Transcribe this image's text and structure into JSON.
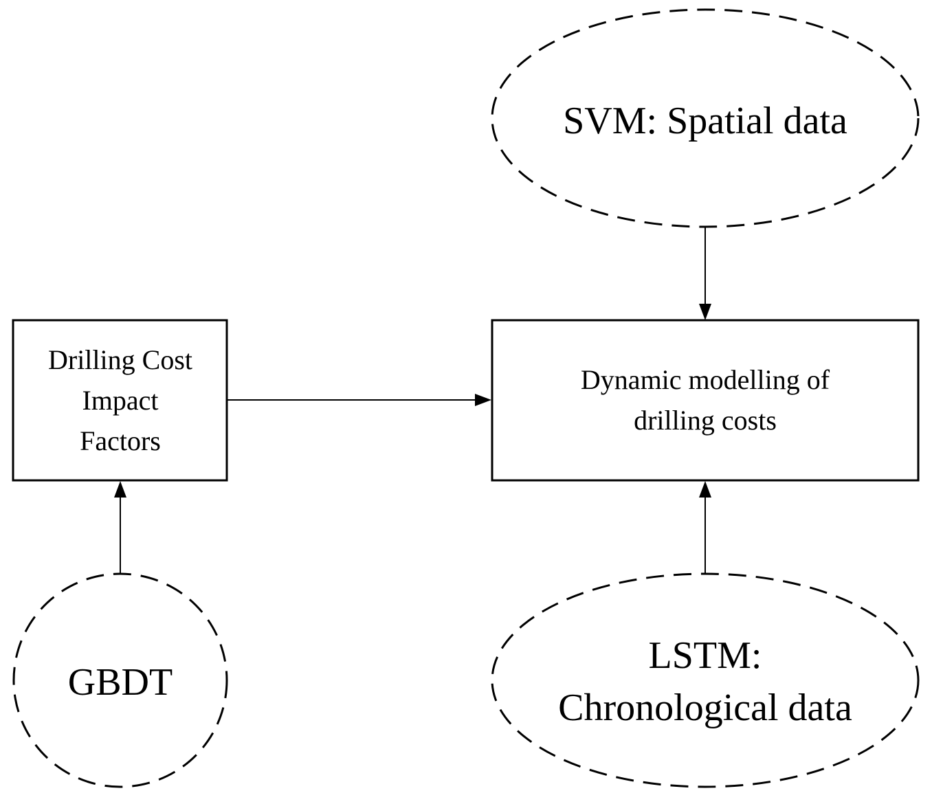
{
  "nodes": {
    "drilling_cost_factors": {
      "lines": [
        "Drilling Cost",
        "Impact",
        "Factors"
      ],
      "shape": "rectangle",
      "border": "solid"
    },
    "dynamic_modelling": {
      "lines": [
        "Dynamic modelling of",
        "drilling costs"
      ],
      "shape": "rectangle",
      "border": "solid"
    },
    "svm": {
      "lines": [
        "SVM: Spatial data"
      ],
      "shape": "ellipse",
      "border": "dashed"
    },
    "gbdt": {
      "lines": [
        "GBDT"
      ],
      "shape": "ellipse",
      "border": "dashed"
    },
    "lstm": {
      "lines": [
        "LSTM:",
        "Chronological data"
      ],
      "shape": "ellipse",
      "border": "dashed"
    }
  },
  "edges": [
    {
      "from": "gbdt",
      "to": "drilling_cost_factors"
    },
    {
      "from": "drilling_cost_factors",
      "to": "dynamic_modelling"
    },
    {
      "from": "svm",
      "to": "dynamic_modelling"
    },
    {
      "from": "lstm",
      "to": "dynamic_modelling"
    }
  ],
  "colors": {
    "stroke": "#000000",
    "background": "#ffffff"
  }
}
